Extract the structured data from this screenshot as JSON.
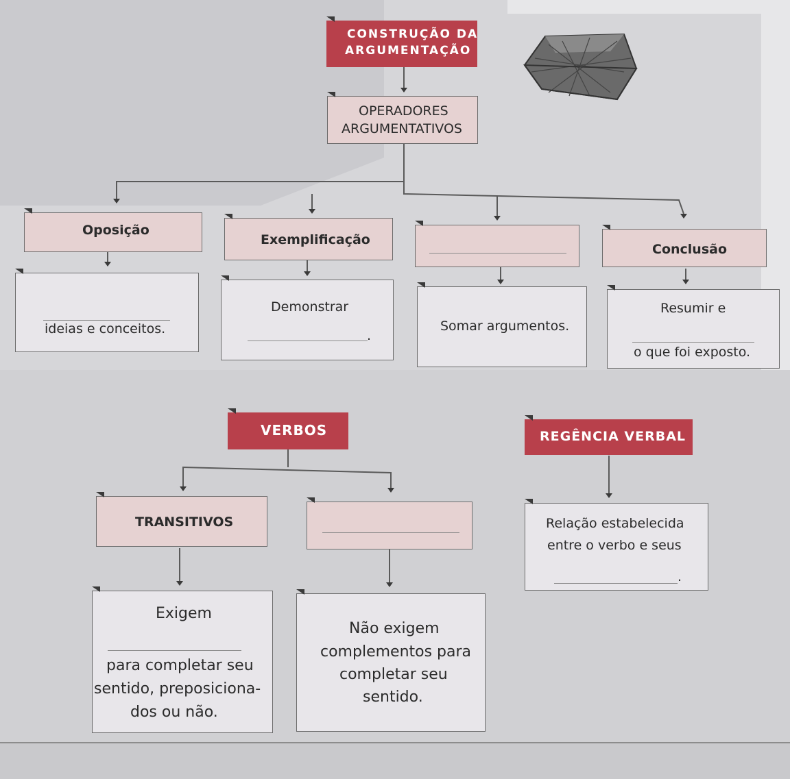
{
  "top": {
    "title_line1": "CONSTRUÇÃO DA",
    "title_line2": "ARGUMENTAÇÃO",
    "operators_line1": "OPERADORES",
    "operators_line2": "ARGUMENTATIVOS"
  },
  "operators": [
    {
      "label": "Oposição",
      "desc_line1": "",
      "desc_line2": "ideias e conceitos."
    },
    {
      "label": "Exemplificação",
      "desc_line1": "Demonstrar",
      "desc_line2": "."
    },
    {
      "label": "",
      "desc_line1": "Somar argumentos.",
      "desc_line2": ""
    },
    {
      "label": "Conclusão",
      "desc_line1": "Resumir e",
      "desc_line2": "o que foi exposto."
    }
  ],
  "verbs": {
    "title": "VERBOS",
    "transitive_label": "TRANSITIVOS",
    "transitive_desc": [
      "Exigem",
      "para completar seu",
      "sentido, preposiciona-",
      "dos ou não."
    ],
    "intransitive_desc": [
      "Não exigem",
      "complementos para",
      "completar seu",
      "sentido."
    ]
  },
  "regency": {
    "title": "REGÊNCIA VERBAL",
    "desc": [
      "Relação estabelecida",
      "entre o verbo e seus",
      "."
    ]
  },
  "colors": {
    "accent_red": "#b8404b",
    "box_pink": "#e6d2d2",
    "background": "#d9d9dc"
  }
}
